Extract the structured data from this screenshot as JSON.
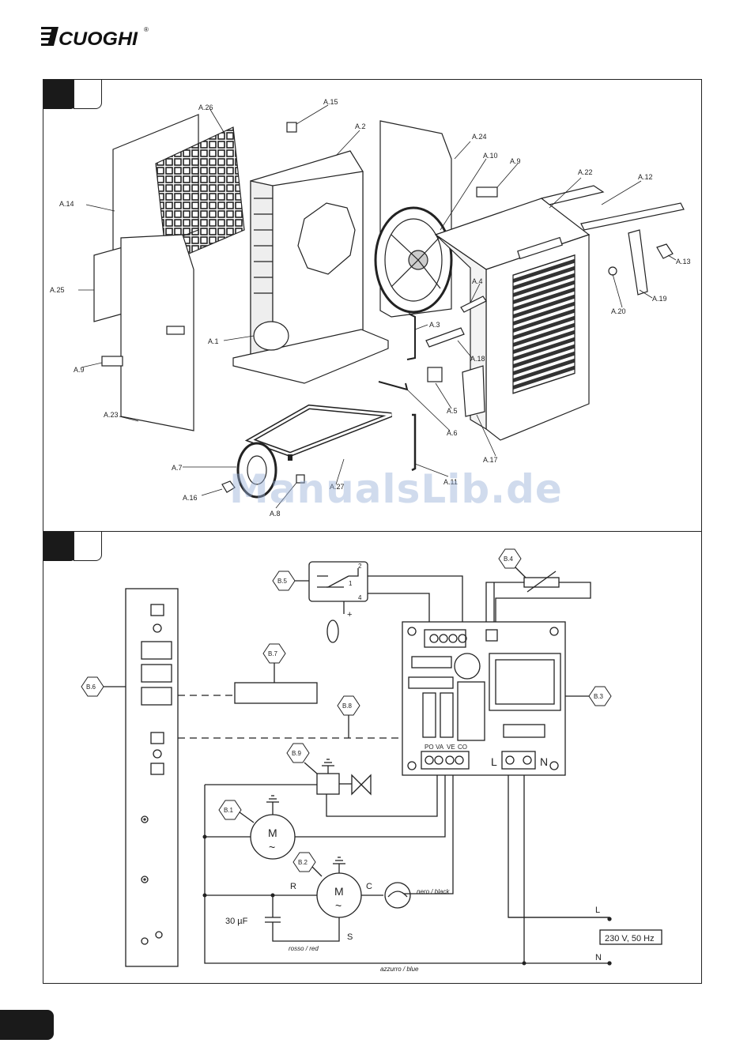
{
  "brand": {
    "logo_text": "CUOGHI",
    "registered_mark": "®"
  },
  "watermark": "ManualsLib.de",
  "exploded_view": {
    "labels": {
      "a1": "A.1",
      "a2": "A.2",
      "a3": "A.3",
      "a4": "A.4",
      "a5": "A.5",
      "a6": "A.6",
      "a7": "A.7",
      "a8": "A.8",
      "a9_left": "A.9",
      "a9_right": "A.9",
      "a10": "A.10",
      "a11": "A.11",
      "a12": "A.12",
      "a13": "A.13",
      "a14": "A.14",
      "a15": "A.15",
      "a16": "A.16",
      "a17": "A.17",
      "a18": "A.18",
      "a19": "A.19",
      "a20": "A.20",
      "a22": "A.22",
      "a23": "A.23",
      "a24": "A.24",
      "a25": "A.25",
      "a26": "A.26",
      "a27": "A.27"
    }
  },
  "wiring_diagram": {
    "callouts": {
      "b1": "B.1",
      "b2": "B.2",
      "b3": "B.3",
      "b4": "B.4",
      "b5": "B.5",
      "b6": "B.6",
      "b7": "B.7",
      "b8": "B.8",
      "b9": "B.9"
    },
    "switch_pins": {
      "p1": "1",
      "p2": "2",
      "p4": "4"
    },
    "plus_sign": "+",
    "terminals": {
      "po": "PO",
      "va": "VA",
      "ve": "VE",
      "co": "CO"
    },
    "board_l": "L",
    "board_n": "N",
    "motor_symbol": "M",
    "motor_tilde": "~",
    "compressor_r": "R",
    "compressor_c": "C",
    "compressor_s": "S",
    "capacitor": "30 µF",
    "wire_black": "nero / black",
    "wire_red": "rosso / red",
    "wire_blue": "azzurro / blue",
    "supply_l": "L",
    "supply_n": "N",
    "supply_rating": "230 V, 50 Hz"
  }
}
